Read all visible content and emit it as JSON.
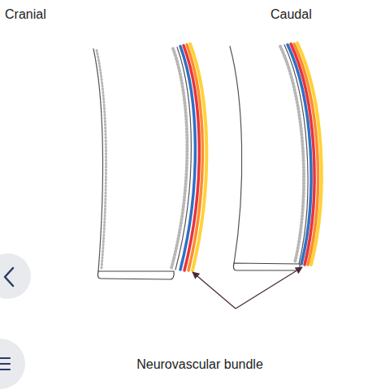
{
  "diagram": {
    "labels": [
      "Cranial",
      "Caudal",
      "Neurovascular bundle"
    ]
  }
}
